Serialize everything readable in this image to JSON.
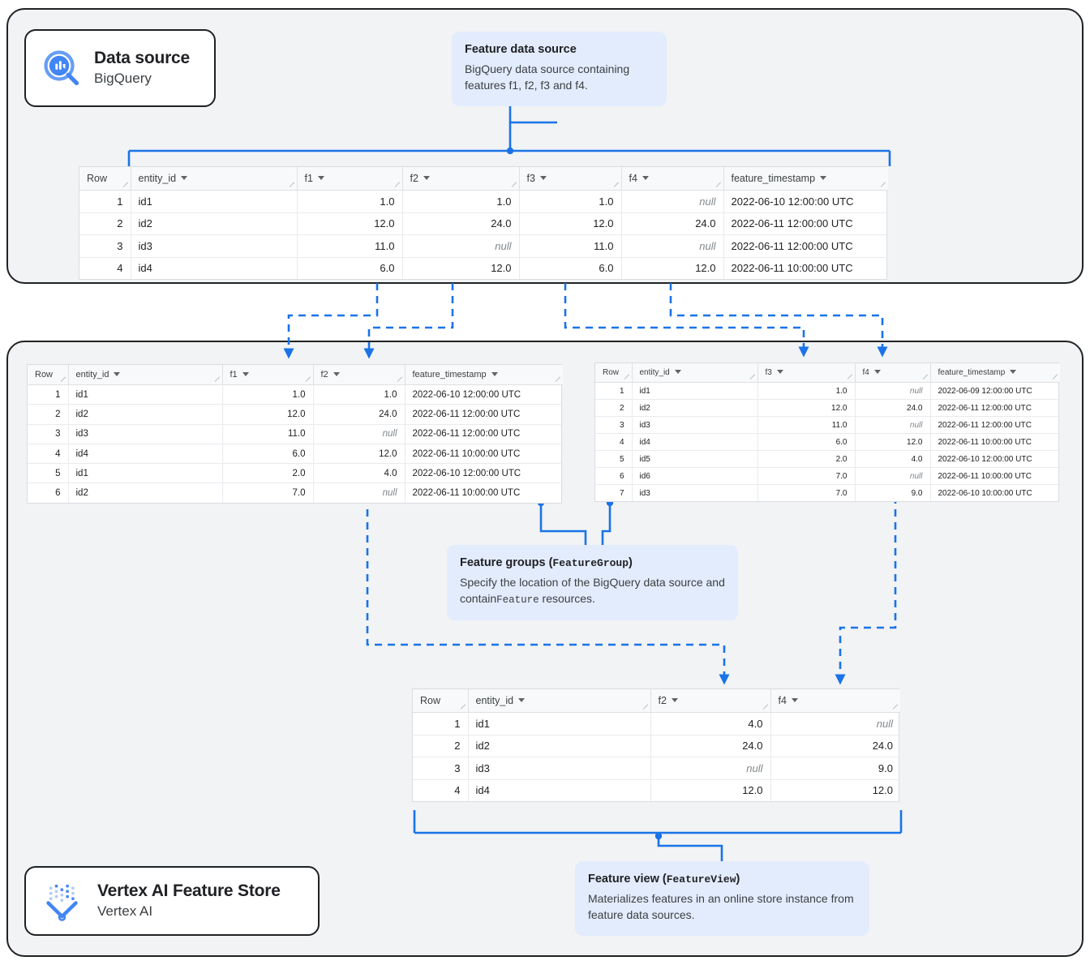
{
  "panels": {
    "data_source_panel": "Data source panel",
    "feature_store_panel": "Vertex AI Feature Store panel"
  },
  "cards": {
    "data_source": {
      "title": "Data source",
      "subtitle": "BigQuery",
      "icon": "bigquery-icon"
    },
    "feature_store": {
      "title": "Vertex AI Feature Store",
      "subtitle": "Vertex AI",
      "icon": "vertex-ai-icon"
    }
  },
  "callouts": {
    "feature_data_source": {
      "title": "Feature data source",
      "body": "BigQuery data source containing features f1, f2, f3 and f4."
    },
    "feature_groups": {
      "title_text": "Feature groups (",
      "title_mono": "FeatureGroup",
      "title_tail": ")",
      "body_pre": "Specify the location of the BigQuery data source and contain",
      "body_mono": "Feature",
      "body_post": " resources."
    },
    "feature_view": {
      "title_text": "Feature view (",
      "title_mono": "FeatureView",
      "title_tail": ")",
      "body": "Materializes features in an online store instance from feature data sources."
    }
  },
  "colors": {
    "accent_blue": "#1a73e8",
    "callout_bg": "#e3ecfd",
    "panel_bg": "#f1f3f4",
    "panel_border": "#202124",
    "table_header_bg": "#f8f9fa",
    "null_text": "#80868b"
  },
  "tables": {
    "source": {
      "name": "feature-data-source-table",
      "columns": [
        "Row",
        "entity_id",
        "f1",
        "f2",
        "f3",
        "f4",
        "feature_timestamp"
      ],
      "rows": [
        [
          "1",
          "id1",
          "1.0",
          "1.0",
          "1.0",
          "null",
          "2022-06-10 12:00:00 UTC"
        ],
        [
          "2",
          "id2",
          "12.0",
          "24.0",
          "12.0",
          "24.0",
          "2022-06-11 12:00:00 UTC"
        ],
        [
          "3",
          "id3",
          "11.0",
          "null",
          "11.0",
          "null",
          "2022-06-11 12:00:00 UTC"
        ],
        [
          "4",
          "id4",
          "6.0",
          "12.0",
          "6.0",
          "12.0",
          "2022-06-11 10:00:00 UTC"
        ]
      ]
    },
    "feature_group_1": {
      "name": "feature-group-1-table",
      "columns": [
        "Row",
        "entity_id",
        "f1",
        "f2",
        "feature_timestamp"
      ],
      "rows": [
        [
          "1",
          "id1",
          "1.0",
          "1.0",
          "2022-06-10 12:00:00 UTC"
        ],
        [
          "2",
          "id2",
          "12.0",
          "24.0",
          "2022-06-11 12:00:00 UTC"
        ],
        [
          "3",
          "id3",
          "11.0",
          "null",
          "2022-06-11 12:00:00 UTC"
        ],
        [
          "4",
          "id4",
          "6.0",
          "12.0",
          "2022-06-11 10:00:00 UTC"
        ],
        [
          "5",
          "id1",
          "2.0",
          "4.0",
          "2022-06-10 12:00:00 UTC"
        ],
        [
          "6",
          "id2",
          "7.0",
          "null",
          "2022-06-11 10:00:00 UTC"
        ]
      ]
    },
    "feature_group_2": {
      "name": "feature-group-2-table",
      "columns": [
        "Row",
        "entity_id",
        "f3",
        "f4",
        "feature_timestamp"
      ],
      "rows": [
        [
          "1",
          "id1",
          "1.0",
          "null",
          "2022-06-09 12:00:00 UTC"
        ],
        [
          "2",
          "id2",
          "12.0",
          "24.0",
          "2022-06-11 12:00:00 UTC"
        ],
        [
          "3",
          "id3",
          "11.0",
          "null",
          "2022-06-11 12:00:00 UTC"
        ],
        [
          "4",
          "id4",
          "6.0",
          "12.0",
          "2022-06-11 10:00:00 UTC"
        ],
        [
          "5",
          "id5",
          "2.0",
          "4.0",
          "2022-06-10 12:00:00 UTC"
        ],
        [
          "6",
          "id6",
          "7.0",
          "null",
          "2022-06-11 10:00:00 UTC"
        ],
        [
          "7",
          "id3",
          "7.0",
          "9.0",
          "2022-06-10 10:00:00 UTC"
        ]
      ]
    },
    "feature_view": {
      "name": "feature-view-table",
      "columns": [
        "Row",
        "entity_id",
        "f2",
        "f4"
      ],
      "rows": [
        [
          "1",
          "id1",
          "4.0",
          "null"
        ],
        [
          "2",
          "id2",
          "24.0",
          "24.0"
        ],
        [
          "3",
          "id3",
          "null",
          "9.0"
        ],
        [
          "4",
          "id4",
          "12.0",
          "12.0"
        ]
      ]
    }
  }
}
